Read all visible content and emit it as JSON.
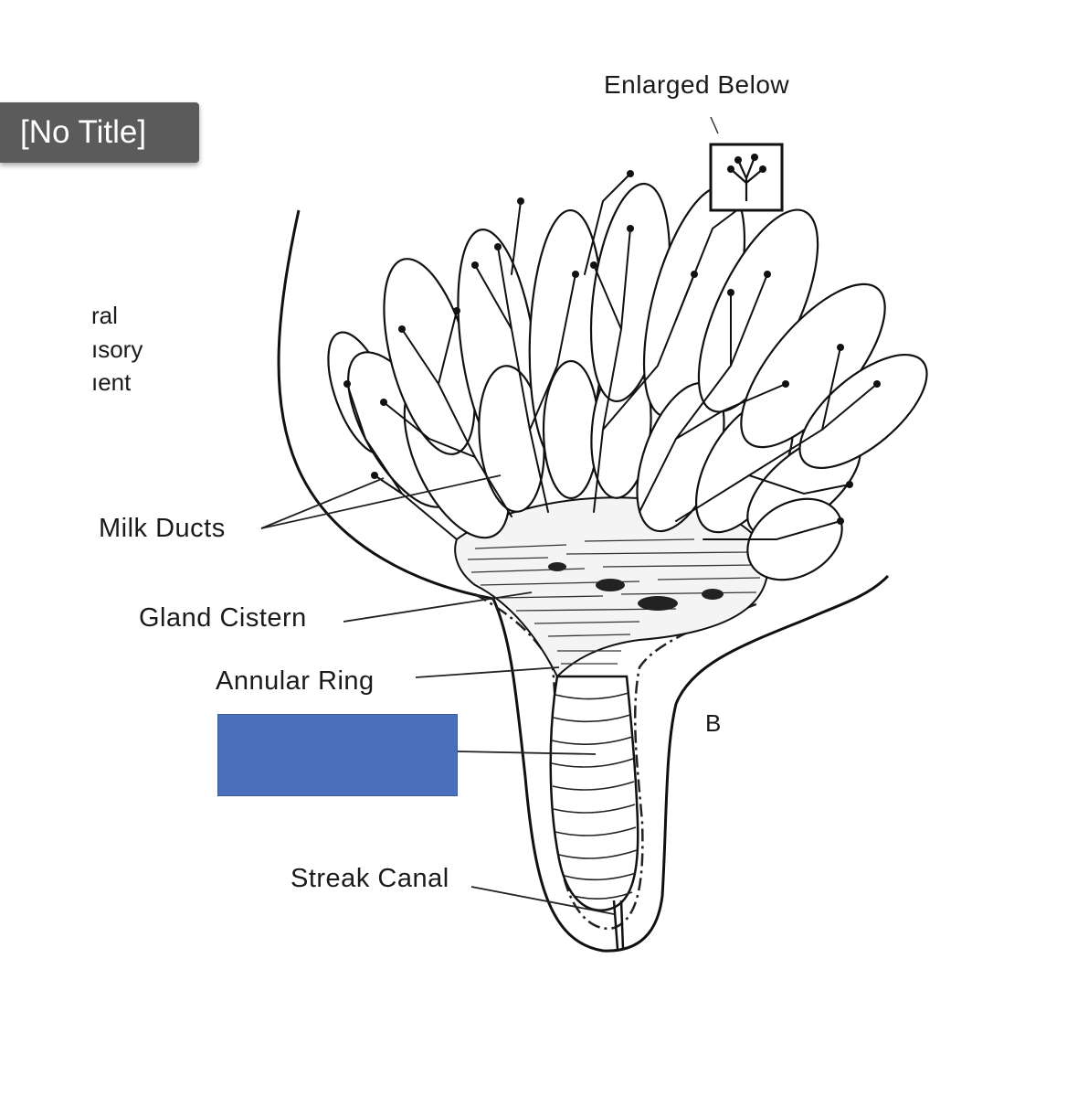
{
  "window": {
    "title_chip": "[No Title]"
  },
  "figure": {
    "panel_letter": "B",
    "inset_label": "Enlarged Below",
    "cut_off_labels": [
      "ral",
      "ısory",
      "ıent"
    ],
    "labels": {
      "milk_ducts": "Milk Ducts",
      "gland_cistern": "Gland Cistern",
      "annular_ring": "Annular Ring",
      "streak_canal": "Streak Canal"
    },
    "hidden_label_box_color": "#4a70bb"
  }
}
